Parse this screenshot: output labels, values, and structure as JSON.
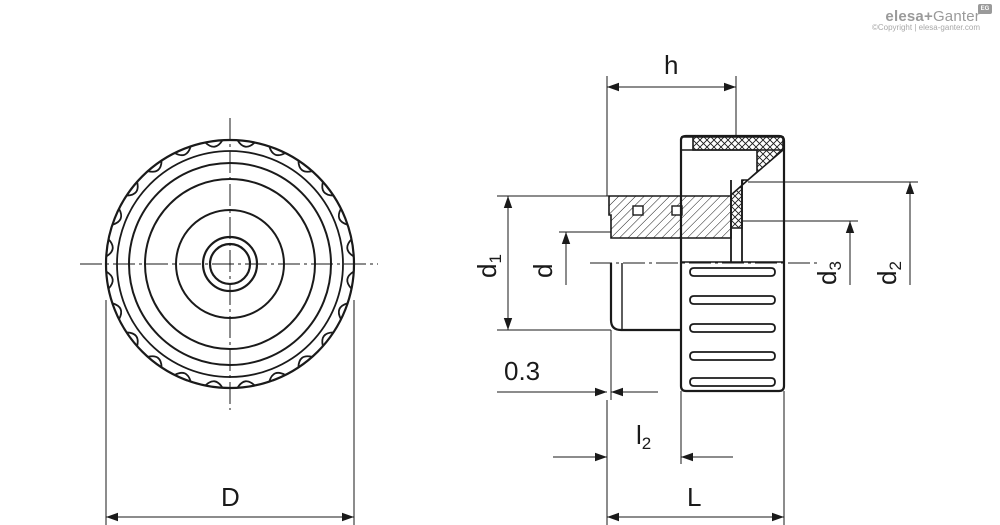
{
  "logo": {
    "brand_part1": "elesa",
    "brand_joiner": "+",
    "brand_part2": "Ganter",
    "copyright": "©Copyright | elesa-ganter.com",
    "badge": "EG"
  },
  "dimensions": {
    "D": "D",
    "h": "h",
    "L": "L",
    "d1_main": "d",
    "d1_sub": "1",
    "d_main": "d",
    "d3_main": "d",
    "d3_sub": "3",
    "d2_main": "d",
    "d2_sub": "2",
    "l2_main": "l",
    "l2_sub": "2",
    "gap": "0.3"
  },
  "colors": {
    "line": "#1a1a1a",
    "hatch": "#1a1a1a",
    "logo": "#9a9a9a"
  }
}
